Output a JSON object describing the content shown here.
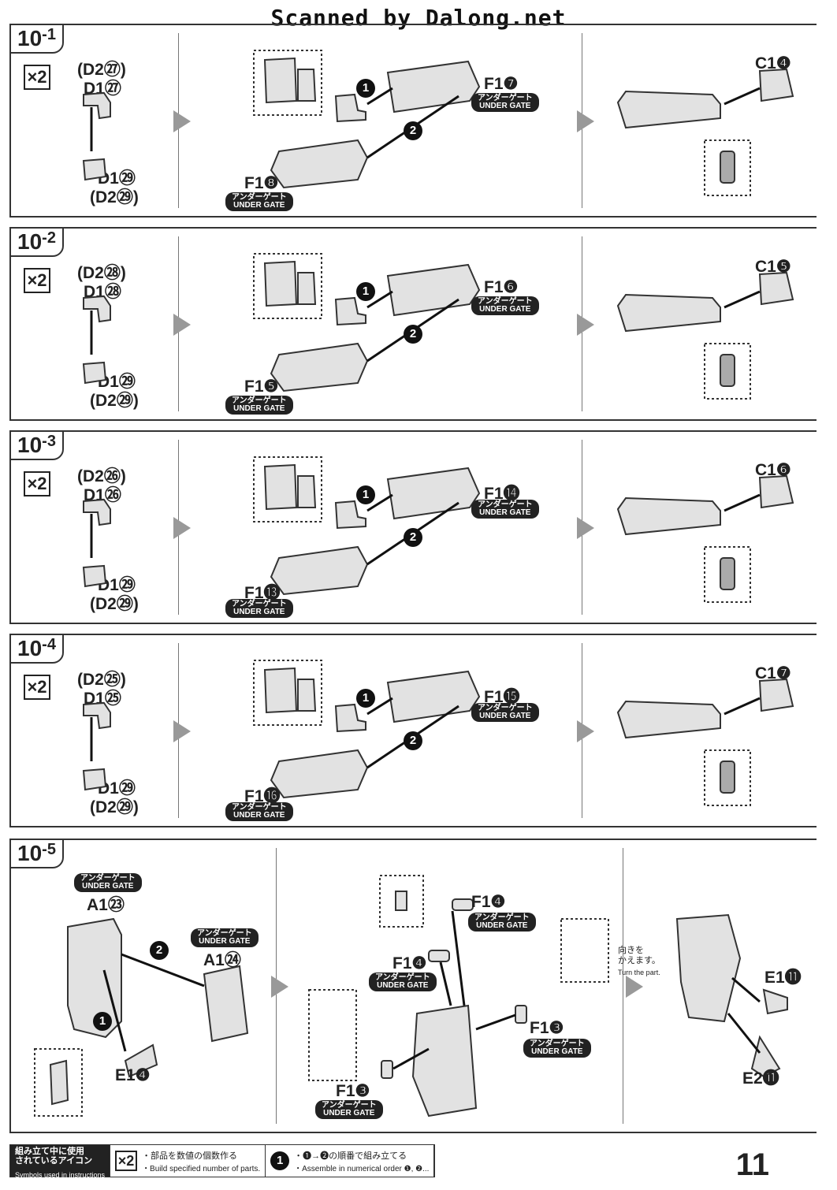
{
  "watermark": "Scanned by Dalong.net",
  "gate_jp": "アンダーゲート",
  "gate_en": "UNDER GATE",
  "mult": "×2",
  "steps": [
    {
      "num": "10",
      "sub": "-1",
      "top_label": "(D2㉗)",
      "mid_label": "D1㉗",
      "bot1": "D1㉙",
      "bot2": "(D2㉙)",
      "f_upper": "F1❼",
      "f_lower": "F1❽",
      "cap": "C1❹"
    },
    {
      "num": "10",
      "sub": "-2",
      "top_label": "(D2㉘)",
      "mid_label": "D1㉘",
      "bot1": "D1㉙",
      "bot2": "(D2㉙)",
      "f_upper": "F1❻",
      "f_lower": "F1❺",
      "cap": "C1❺"
    },
    {
      "num": "10",
      "sub": "-3",
      "top_label": "(D2㉖)",
      "mid_label": "D1㉖",
      "bot1": "D1㉙",
      "bot2": "(D2㉙)",
      "f_upper": "F1⓮",
      "f_lower": "F1⓭",
      "cap": "C1❻"
    },
    {
      "num": "10",
      "sub": "-4",
      "top_label": "(D2㉕)",
      "mid_label": "D1㉕",
      "bot1": "D1㉙",
      "bot2": "(D2㉙)",
      "f_upper": "F1⓯",
      "f_lower": "F1⓰",
      "cap": "C1❼"
    }
  ],
  "step5": {
    "num": "10",
    "sub": "-5",
    "a_top": "A1㉓",
    "a_side": "A1㉔",
    "e_part": "E1❹",
    "f_top": "F1❹",
    "f_mid": "F1❹",
    "f_right": "F1❸",
    "f_bottom": "F1❸",
    "turn_jp": "向きを\nかえます。",
    "turn_en": "Turn the part.",
    "e_r1": "E1⓫",
    "e_r2": "E2⓫"
  },
  "order": {
    "one": "1",
    "two": "2"
  },
  "legend": {
    "title_jp": "組み立て中に使用\nされているアイコン",
    "title_en": "Symbols used in instructions",
    "mult_jp": "・部品を数値の個数作る",
    "mult_en": "・Build specified number of parts.",
    "order_jp": "・❶→❷の順番で組み立てる",
    "order_en": "・Assemble in numerical order ❶, ❷..."
  },
  "page_number": "11"
}
